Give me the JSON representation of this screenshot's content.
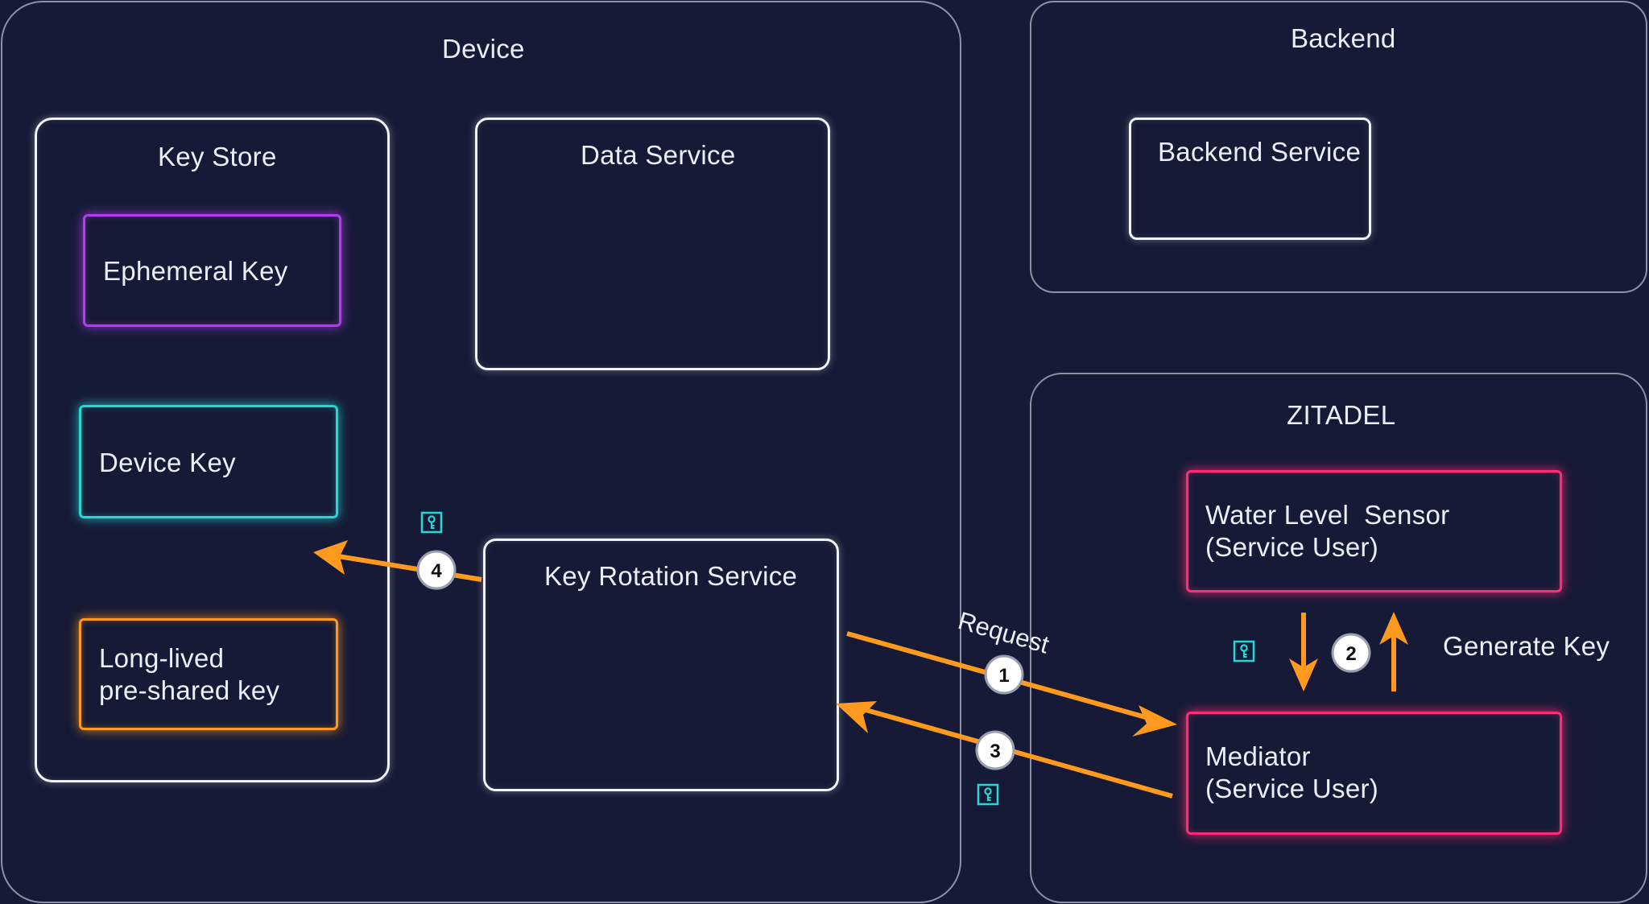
{
  "containers": {
    "device": "Device",
    "backend": "Backend",
    "zitadel": "ZITADEL"
  },
  "key_store": {
    "title": "Key Store",
    "ephemeral_key": "Ephemeral Key",
    "device_key": "Device Key",
    "long_lived_key": "Long-lived\npre-shared key"
  },
  "services": {
    "data_service": "Data Service",
    "key_rotation_service": "Key Rotation Service",
    "backend_service": "Backend Service"
  },
  "service_users": {
    "water_level_sensor": "Water Level  Sensor\n(Service User)",
    "mediator": "Mediator\n(Service User)"
  },
  "flow": {
    "request_label": "Request",
    "generate_key_label": "Generate Key",
    "steps": [
      "1",
      "2",
      "3",
      "4"
    ]
  },
  "colors": {
    "background": "#161a36",
    "arrow": "#ff9a1f",
    "key_icon": "#26d8d4",
    "ephemeral": "#b13cf0",
    "device_key": "#26d8d4",
    "long_lived": "#ff9a1f",
    "service_user": "#ff2c78"
  },
  "icons": [
    "key-icon"
  ]
}
